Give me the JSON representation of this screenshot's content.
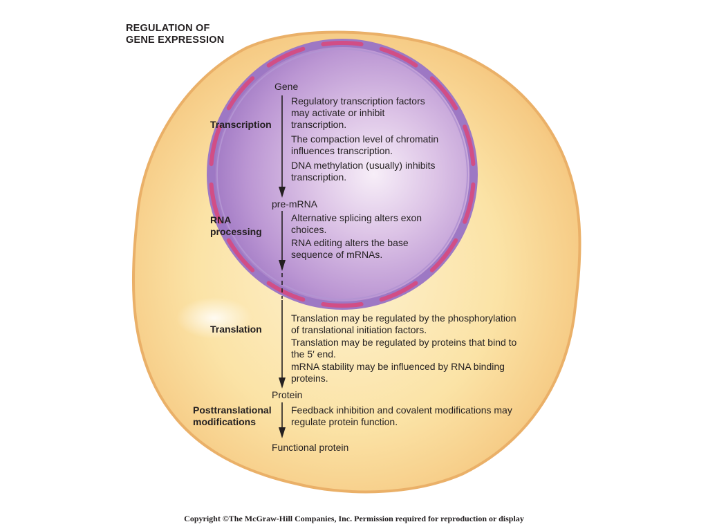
{
  "title": [
    "REGULATION OF",
    "GENE EXPRESSION"
  ],
  "colors": {
    "cytoplasm": "#fbe3a6",
    "cell_edge": "#efbd72",
    "nucleus": "#bb96d3",
    "nuclear_envelope": "#9d78c4",
    "envelope_segment": "#d14e86",
    "arrow": "#231f20"
  },
  "stages": [
    {
      "label": [
        "Transcription"
      ]
    },
    {
      "label": [
        "RNA",
        "processing"
      ]
    },
    {
      "label": [
        "Translation"
      ]
    },
    {
      "label": [
        "Posttranslational",
        "modifications"
      ]
    }
  ],
  "molecules": {
    "gene": "Gene",
    "pre_mrna": "pre-mRNA",
    "protein": "Protein",
    "functional_protein": "Functional protein"
  },
  "notes": {
    "transcription": [
      [
        "Regulatory transcription factors",
        "may activate or inhibit",
        "transcription."
      ],
      [
        "The compaction level of chromatin",
        "influences transcription."
      ],
      [
        "DNA methylation (usually) inhibits",
        "transcription."
      ]
    ],
    "rna_processing": [
      [
        "Alternative splicing alters exon",
        "choices."
      ],
      [
        "RNA editing alters the base",
        "sequence of mRNAs."
      ]
    ],
    "translation": [
      [
        "Translation may be regulated by the phosphorylation",
        "of translational initiation factors."
      ],
      [
        "Translation may be regulated by proteins that bind to",
        "the 5′ end."
      ],
      [
        "mRNA stability may be influenced by RNA binding",
        "proteins."
      ]
    ],
    "posttranslational": [
      [
        "Feedback inhibition and covalent modifications may",
        "regulate protein function."
      ]
    ]
  },
  "copyright": "Copyright ©The McGraw-Hill Companies, Inc. Permission required for reproduction or display"
}
